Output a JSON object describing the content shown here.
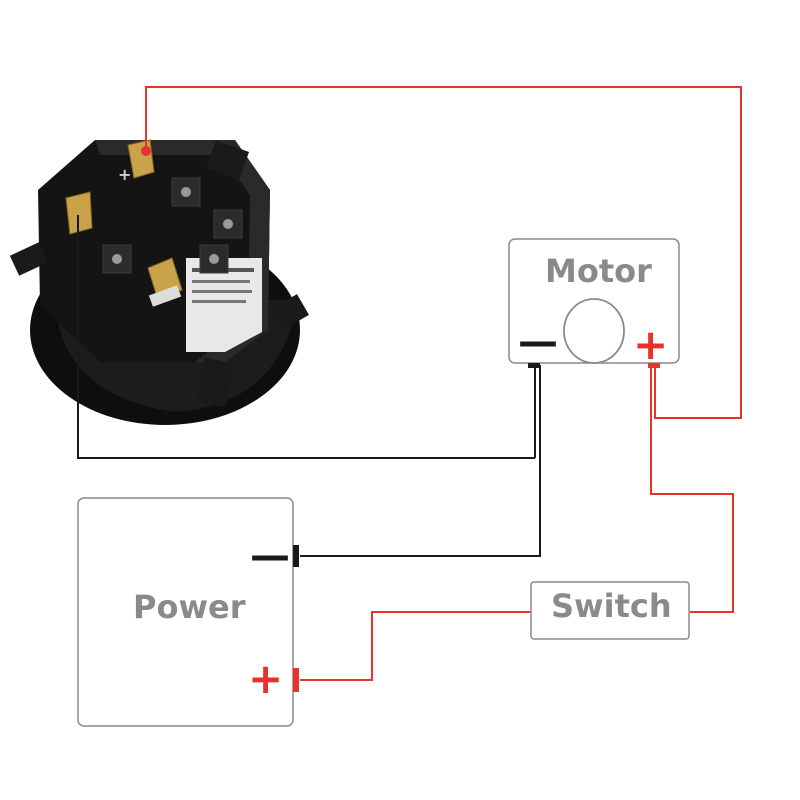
{
  "diagram": {
    "colors": {
      "positive_wire": "#e8322c",
      "negative_wire": "#1a1a1a",
      "box_border": "#8a8a8a",
      "label_text": "#8a8a8a",
      "meter_body": "#111111",
      "terminal": "#c9a24a"
    },
    "meter": {
      "terminal_mark": "+",
      "icon": "hour-meter-device"
    },
    "motor": {
      "label": "Motor",
      "minus_sign": "—",
      "plus_sign": "+",
      "icon": "motor-circle"
    },
    "power": {
      "label": "Power",
      "minus_sign": "—",
      "plus_sign": "+"
    },
    "switch": {
      "label": "Switch"
    }
  }
}
